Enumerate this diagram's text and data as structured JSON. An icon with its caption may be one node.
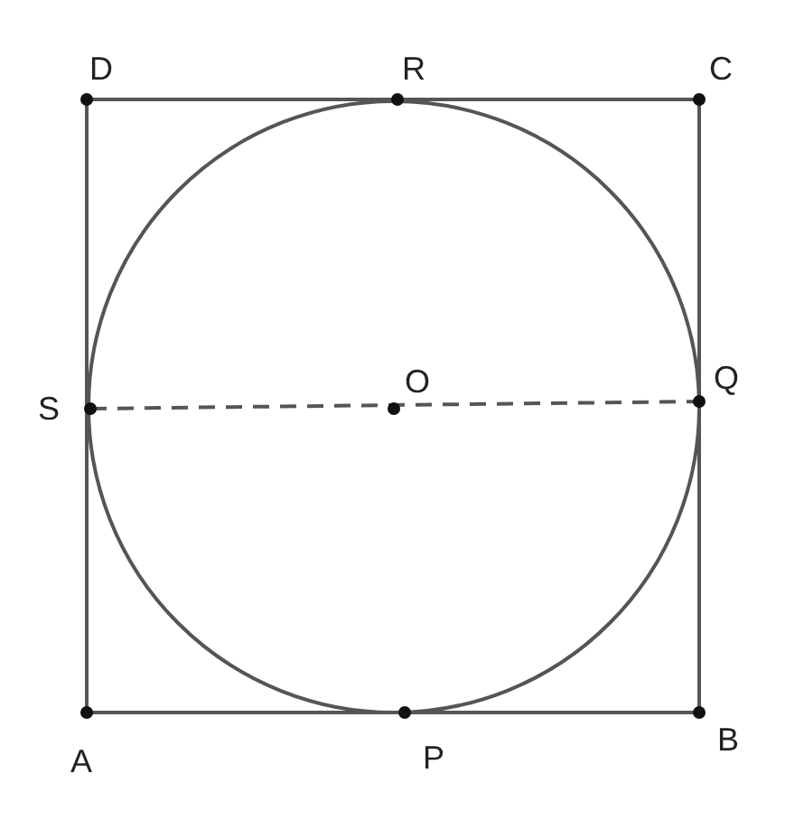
{
  "diagram": {
    "labels": [
      "D",
      "R",
      "C",
      "S",
      "O",
      "Q",
      "A",
      "P",
      "B"
    ]
  }
}
